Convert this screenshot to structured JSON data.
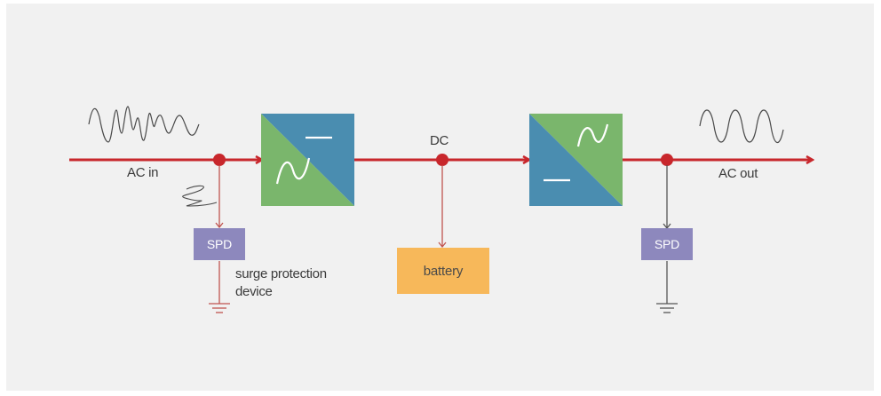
{
  "colors": {
    "panel_background": "#f1f1f1",
    "main_line": "#c8272c",
    "branch_line": "#c0544f",
    "ground_line": "#555555",
    "converter_blue": "#4a8db0",
    "converter_green": "#7ab66c",
    "spd_fill": "#8d88bd",
    "battery_fill": "#f7b85a",
    "label_text": "#3a3a3a"
  },
  "icons": {
    "ac_input_wave": "noisy-sine-wave-icon",
    "ac_output_wave": "clean-sine-wave-icon",
    "surge_spike": "surge-spike-icon",
    "rectifier": "ac-to-dc-converter-icon",
    "inverter": "dc-to-ac-converter-icon",
    "ground": "ground-symbol-icon"
  },
  "labels": {
    "ac_in": "AC in",
    "dc": "DC",
    "ac_out": "AC out",
    "spd_left": "SPD",
    "spd_right": "SPD",
    "battery": "battery",
    "surge_line1": "surge protection",
    "surge_line2": "device"
  }
}
